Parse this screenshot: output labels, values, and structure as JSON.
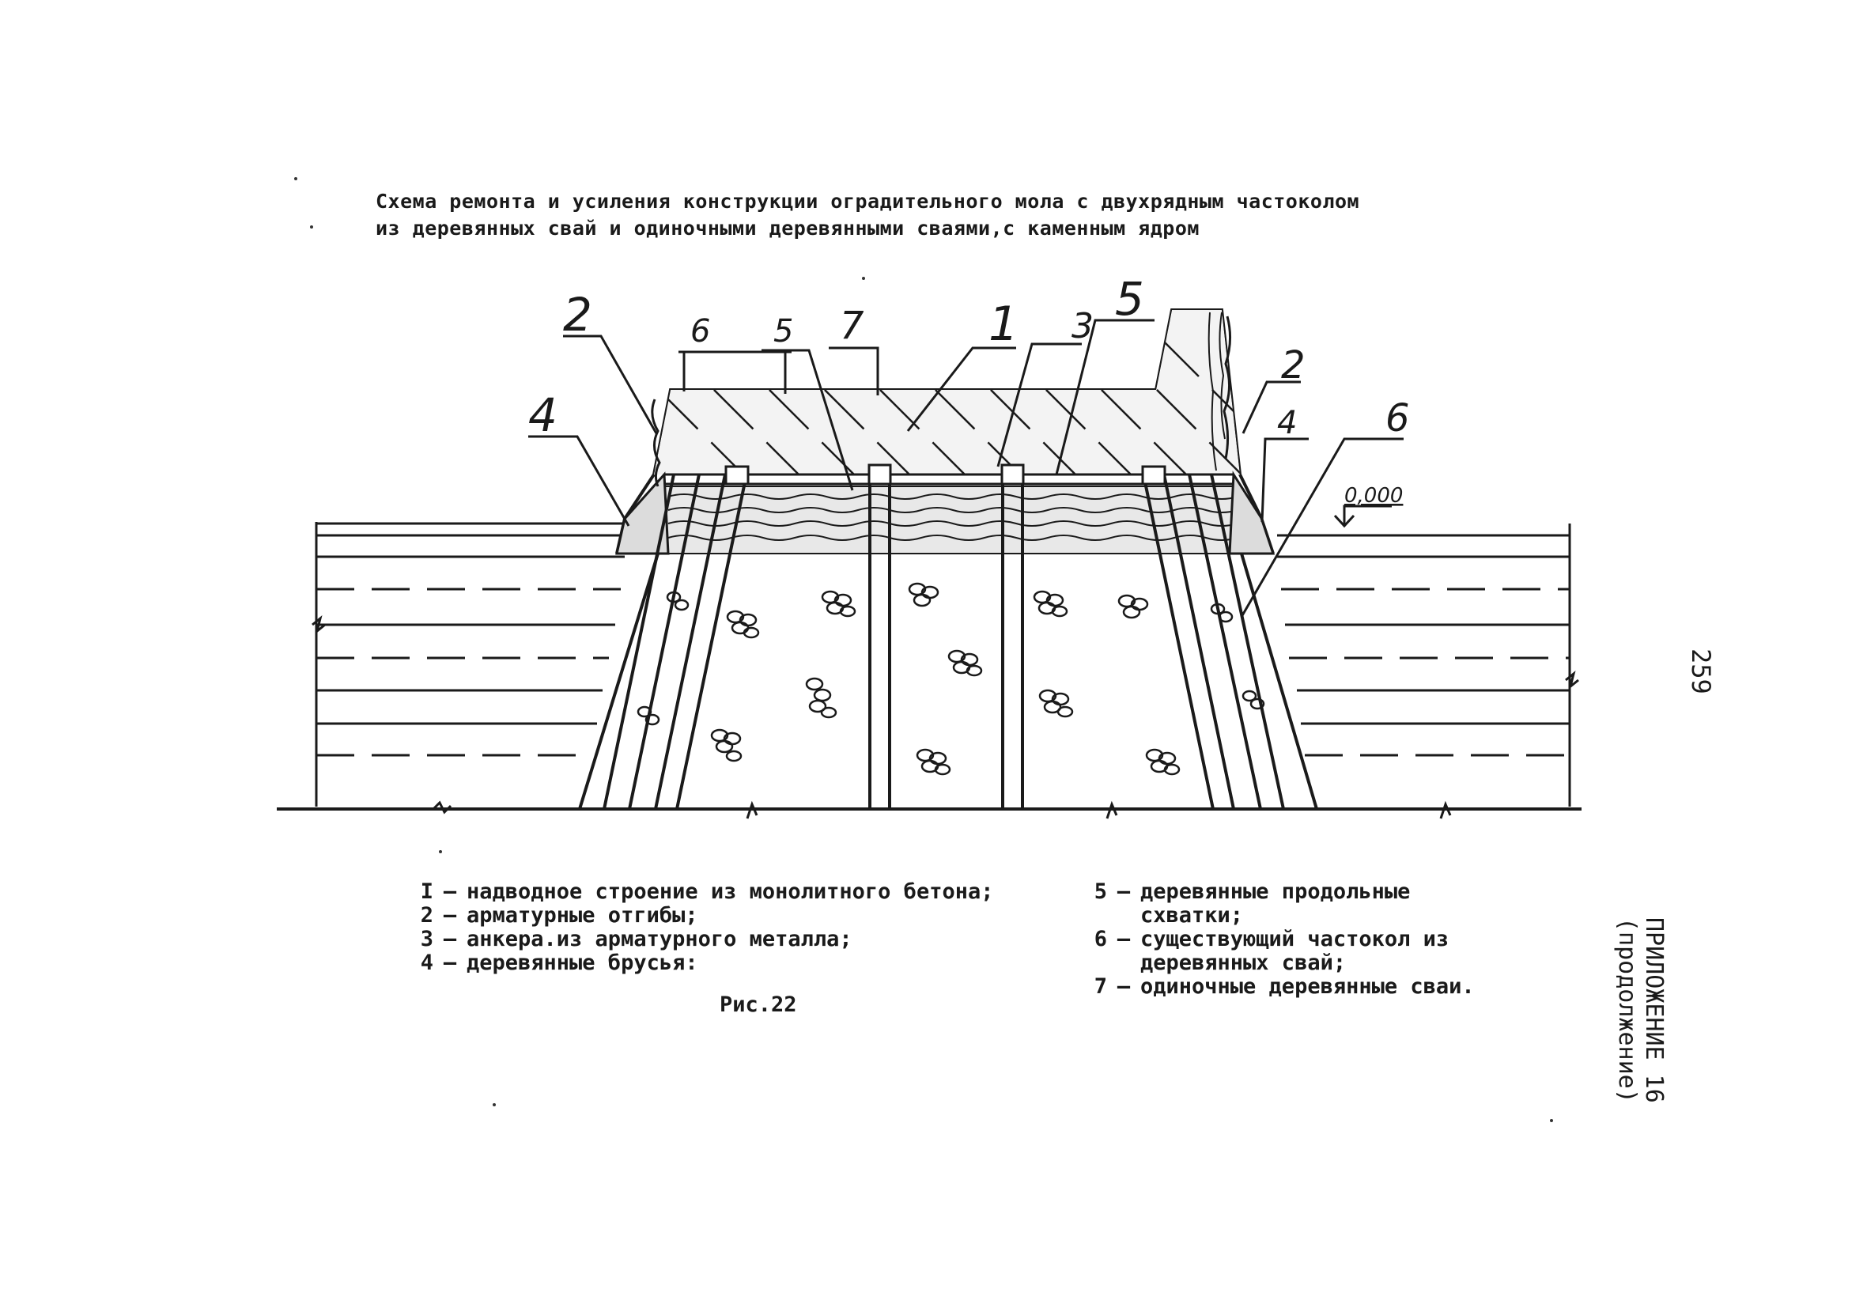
{
  "title": {
    "line1": "Схема ремонта и усиления конструкции оградительного мола с двухрядным частоколом",
    "line2": "из деревянных свай и одиночными деревянными сваями,с каменным ядром"
  },
  "callouts": {
    "c1": "1",
    "c2_left": "2",
    "c2_right": "2",
    "c3": "3",
    "c4_left": "4",
    "c4_right": "4",
    "c5_left": "5",
    "c5_right": "5",
    "c6_left": "6",
    "c6_right": "6",
    "c7": "7",
    "level": "0,000"
  },
  "legend": {
    "left": [
      {
        "num": "I",
        "text": "надводное строение из монолитного бетона;"
      },
      {
        "num": "2",
        "text": "арматурные отгибы;"
      },
      {
        "num": "3",
        "text": "анкера.из арматурного металла;"
      },
      {
        "num": "4",
        "text": "деревянные брусья:"
      }
    ],
    "right": [
      {
        "num": "5",
        "text": "деревянные продольные",
        "cont": "схватки;"
      },
      {
        "num": "6",
        "text": "существующий частокол из",
        "cont": "деревянных свай;"
      },
      {
        "num": "7",
        "text": "одиночные деревянные сваи."
      }
    ]
  },
  "caption": "Рис.22",
  "page_number": "259",
  "appendix": {
    "line1": "ПРИЛОЖЕНИЕ 16",
    "line2": "(продолжение)"
  },
  "colors": {
    "ink": "#1a1a1a",
    "paper": "#ffffff"
  }
}
